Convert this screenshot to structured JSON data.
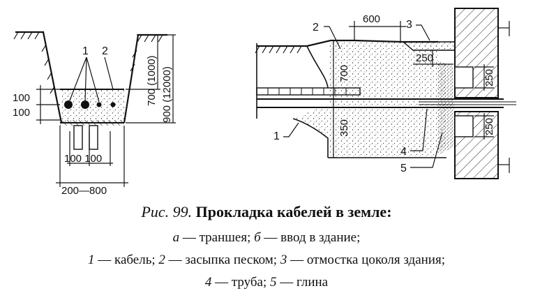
{
  "figure": {
    "callout_1": "1",
    "callout_2": "2",
    "callout_3": "3",
    "callout_4": "4",
    "callout_5": "5",
    "dim_100_top": "100",
    "dim_100_bottom": "100",
    "dim_700_1000": "700 (1000)",
    "dim_900_12000": "900 (12000)",
    "dim_100_100": "100 100",
    "dim_200_800": "200—800",
    "dim_600": "600",
    "dim_250_a": "250",
    "dim_250_b": "250",
    "dim_250_c": "250",
    "dim_700": "700",
    "dim_350": "350"
  },
  "caption": {
    "fig_label": "Рис. 99.",
    "title": "Прокладка кабелей в земле:",
    "legend_a_key": "а",
    "legend_a_text": " — траншея; ",
    "legend_b_key": "б",
    "legend_b_text": " — ввод в здание;",
    "legend_1_key": "1",
    "legend_1_text": " — кабель; ",
    "legend_2_key": "2",
    "legend_2_text": " — засыпка песком; ",
    "legend_3_key": "3",
    "legend_3_text": " — отмостка цоколя здания;",
    "legend_4_key": "4",
    "legend_4_text": " — труба; ",
    "legend_5_key": "5",
    "legend_5_text": " — глина"
  }
}
